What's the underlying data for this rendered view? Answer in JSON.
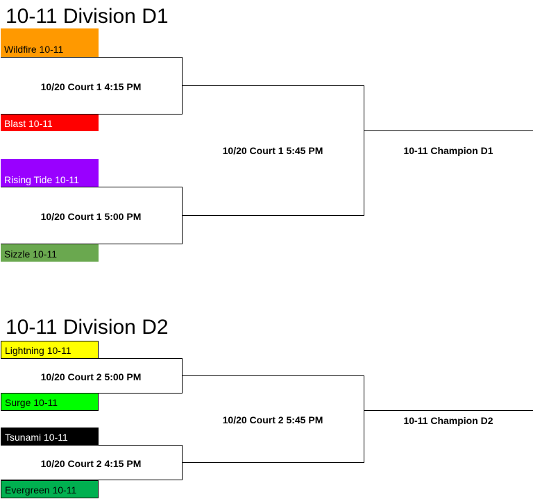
{
  "divisions": [
    {
      "title": "10-11 Division D1",
      "teams": [
        {
          "name": "Wildfire 10-11",
          "bg": "#ff9900",
          "fg": "#000000"
        },
        {
          "name": "Blast 10-11",
          "bg": "#ff0000",
          "fg": "#ffffff"
        },
        {
          "name": "Rising Tide 10-11",
          "bg": "#9900ff",
          "fg": "#ffffff"
        },
        {
          "name": "Sizzle 10-11",
          "bg": "#6aa84f",
          "fg": "#000000"
        }
      ],
      "games": {
        "semi1": "10/20 Court 1 4:15 PM",
        "semi2": "10/20 Court 1 5:00 PM",
        "final": "10/20 Court 1 5:45 PM"
      },
      "champion": "10-11 Champion D1"
    },
    {
      "title": "10-11 Division D2",
      "teams": [
        {
          "name": "Lightning 10-11",
          "bg": "#ffff00",
          "fg": "#000000"
        },
        {
          "name": "Surge 10-11",
          "bg": "#00ff00",
          "fg": "#000000"
        },
        {
          "name": "Tsunami 10-11",
          "bg": "#000000",
          "fg": "#ffffff"
        },
        {
          "name": "Evergreen 10-11",
          "bg": "#00b050",
          "fg": "#000000"
        }
      ],
      "games": {
        "semi1": "10/20 Court 2 5:00 PM",
        "semi2": "10/20 Court 2 4:15 PM",
        "final": "10/20 Court 2 5:45 PM"
      },
      "champion": "10-11 Champion D2"
    }
  ]
}
